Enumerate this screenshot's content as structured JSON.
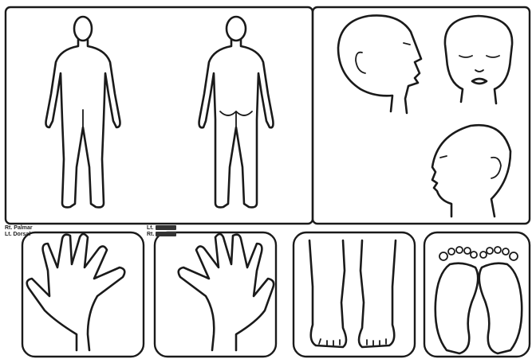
{
  "hand_labels_left": {
    "line1": "Rt. Palmar",
    "line2": "Lt. Dorsal"
  },
  "hand_labels_right": {
    "line1": "Lt.",
    "line2": "Rt."
  }
}
